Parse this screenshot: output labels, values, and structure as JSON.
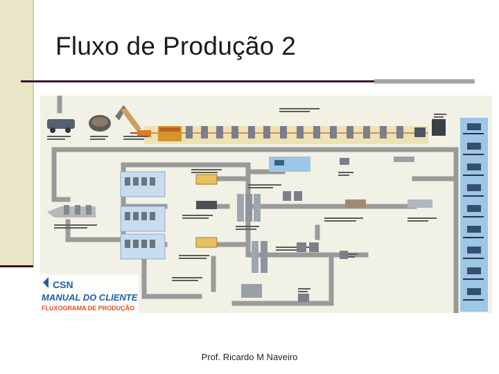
{
  "slide": {
    "title": "Fluxo de Produção 2",
    "footer": "Prof. Ricardo M Naveiro"
  },
  "diagram": {
    "logo_text": "CSN",
    "brand_line_1": "MANUAL DO CLIENTE",
    "brand_line_2": "FLUXOGRAMA DE PRODUÇÃO"
  },
  "colors": {
    "accent_band": "#e9e6c7",
    "rule_dark": "#3a0d2a",
    "rule_light": "#b8b8b8",
    "diagram_bg": "#f2f1e6",
    "flow_gray": "#9a9a9a",
    "flow_red": "#d22b2b",
    "product_panel": "#9ec6e6",
    "highlight_panel": "#c9dcef",
    "brand_blue": "#1f5fa8",
    "brand_orange": "#e0501e"
  }
}
